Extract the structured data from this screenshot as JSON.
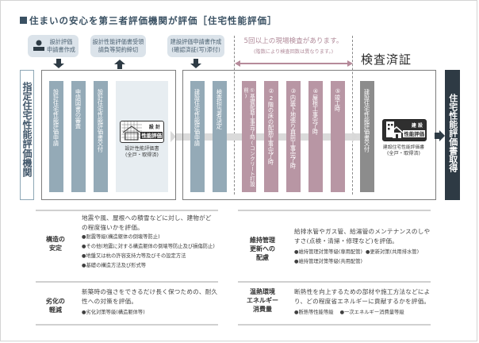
{
  "title": "住まいの安心を第三者評価機関が評価［住宅性能評価］",
  "steps_top": {
    "design_application": "設計評価\n申請書作成",
    "design_receipt": "設計性能評価書受領\n請負等契約締切",
    "construction_application": "建設評価申請書作成\n(確認済証(写)添付)"
  },
  "onsite": {
    "main": "5回以上の現場検査があります。",
    "note": "(階数により検査回数は異なります。)"
  },
  "inspection_certificate_label": "検査済証",
  "organization_label": "指定住宅性能評価機関",
  "design_columns": [
    "設計住宅性能評価申請",
    "申請図書の審査",
    "設計住宅性能評価書交付"
  ],
  "design_certificate": {
    "icon_top": "設 計",
    "icon_bottom": "性能評価",
    "caption_line1": "設計性能評価書",
    "caption_line2": "(全戸・取得済)"
  },
  "construction_columns": [
    "建設住宅性能評価申請",
    "検査担当者決定"
  ],
  "inspection_columns": [
    "①基礎配筋工事完了時(コンクリート打設前)",
    "②2階の床の配筋工事完了時",
    "③内装下地張り直前工事完了時",
    "④屋根工事完了時",
    "⑤竣工時"
  ],
  "issue_column": "建設住宅性能評価書交付",
  "construction_certificate": {
    "icon_top": "建 設",
    "icon_bottom": "性能評価",
    "caption_line1": "建設住宅性能評価書",
    "caption_line2": "(全戸・取得済)"
  },
  "final_label": "住宅性能評価書取得",
  "categories": [
    {
      "name": "構造の\n安定",
      "description": "地震や風、屋根への積雪などに対し、建物がどの程度強いかを評価。",
      "bullets": [
        "●耐震等級(構造躯体の倒壊等防止)",
        "●その他(地震に対する構造躯体の倒壊等防止及び損傷防止)",
        "●地盤又は杭の許容支持力等及びその設定方法",
        "●基礎の構造方法及び形式等"
      ]
    },
    {
      "name": "維持管理\n更新への\n配慮",
      "description": "給排水管やガス管、給湯管のメンテナンスのしやすさ(点検・清掃・修理など)を評価。",
      "bullets": [
        "●維持管理対策等級(専用配管)  ●更新対策(共用排水管)",
        "●維持管理対策等級(共用配管)"
      ]
    },
    {
      "name": "劣化の\n軽減",
      "description": "新築時の強さをできるだけ長く保つための、耐久性への対策を評価。",
      "bullets": [
        "●劣化対策等級(構造躯体等)"
      ]
    },
    {
      "name": "温熱環境\nエネルギー\n消費量",
      "description": "断熱性を向上するための部材や施工方法などにより、どの程度省エネルギーに貢献するかを評価。",
      "bullets": [
        "●断熱等性能等級    ●一次エネルギー消費量等級"
      ]
    }
  ],
  "colors": {
    "title": "#3a5163",
    "design_column": "#94aab7",
    "inspection_column": "#b896a4",
    "issue_column": "#8c8c8c",
    "final": "#2e3a44",
    "onsite_text": "#b18b9a"
  }
}
